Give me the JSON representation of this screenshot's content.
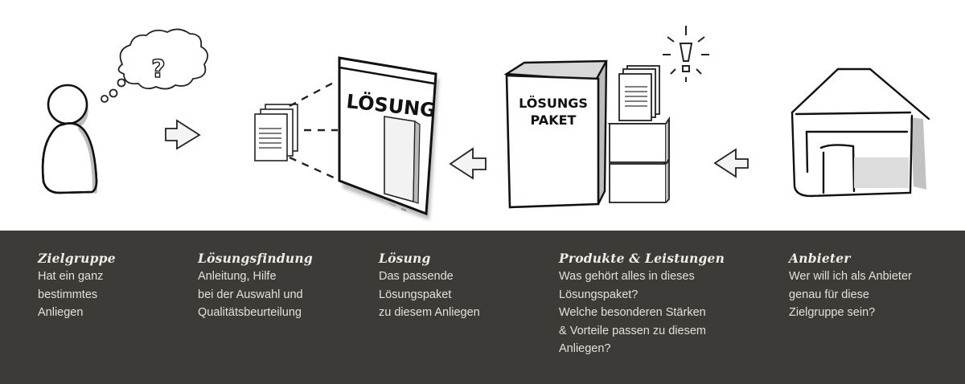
{
  "illustration": {
    "solution_screen_label": "LÖSUNG",
    "package_label_line1": "LÖSUNGS",
    "package_label_line2": "PAKET",
    "thought_symbol": "?",
    "icons": [
      "person-icon",
      "thought-bubble-icon",
      "arrow-right-icon",
      "documents-icon",
      "solution-screen-icon",
      "arrow-left-icon",
      "solution-package-icon",
      "boxes-icon",
      "idea-exclamation-icon",
      "arrow-left-icon",
      "house-icon"
    ]
  },
  "band": {
    "background": "#3e3a37",
    "columns": [
      {
        "title": "Zielgruppe",
        "body": "Hat ein ganz\nbestimmtes\nAnliegen"
      },
      {
        "title": "Lösungsfindung",
        "body": "Anleitung, Hilfe\nbei der Auswahl und\nQualitätsbeurteilung"
      },
      {
        "title": "Lösung",
        "body": "Das passende\nLösungspaket\nzu diesem Anliegen"
      },
      {
        "title": "Produkte & Leistungen",
        "body": "Was gehört alles in dieses\nLösungspaket?\nWelche besonderen Stärken\n& Vorteile passen zu diesem\nAnliegen?"
      },
      {
        "title": "Anbieter",
        "body": "Wer will ich als Anbieter\ngenau für diese\nZielgruppe sein?"
      }
    ]
  }
}
